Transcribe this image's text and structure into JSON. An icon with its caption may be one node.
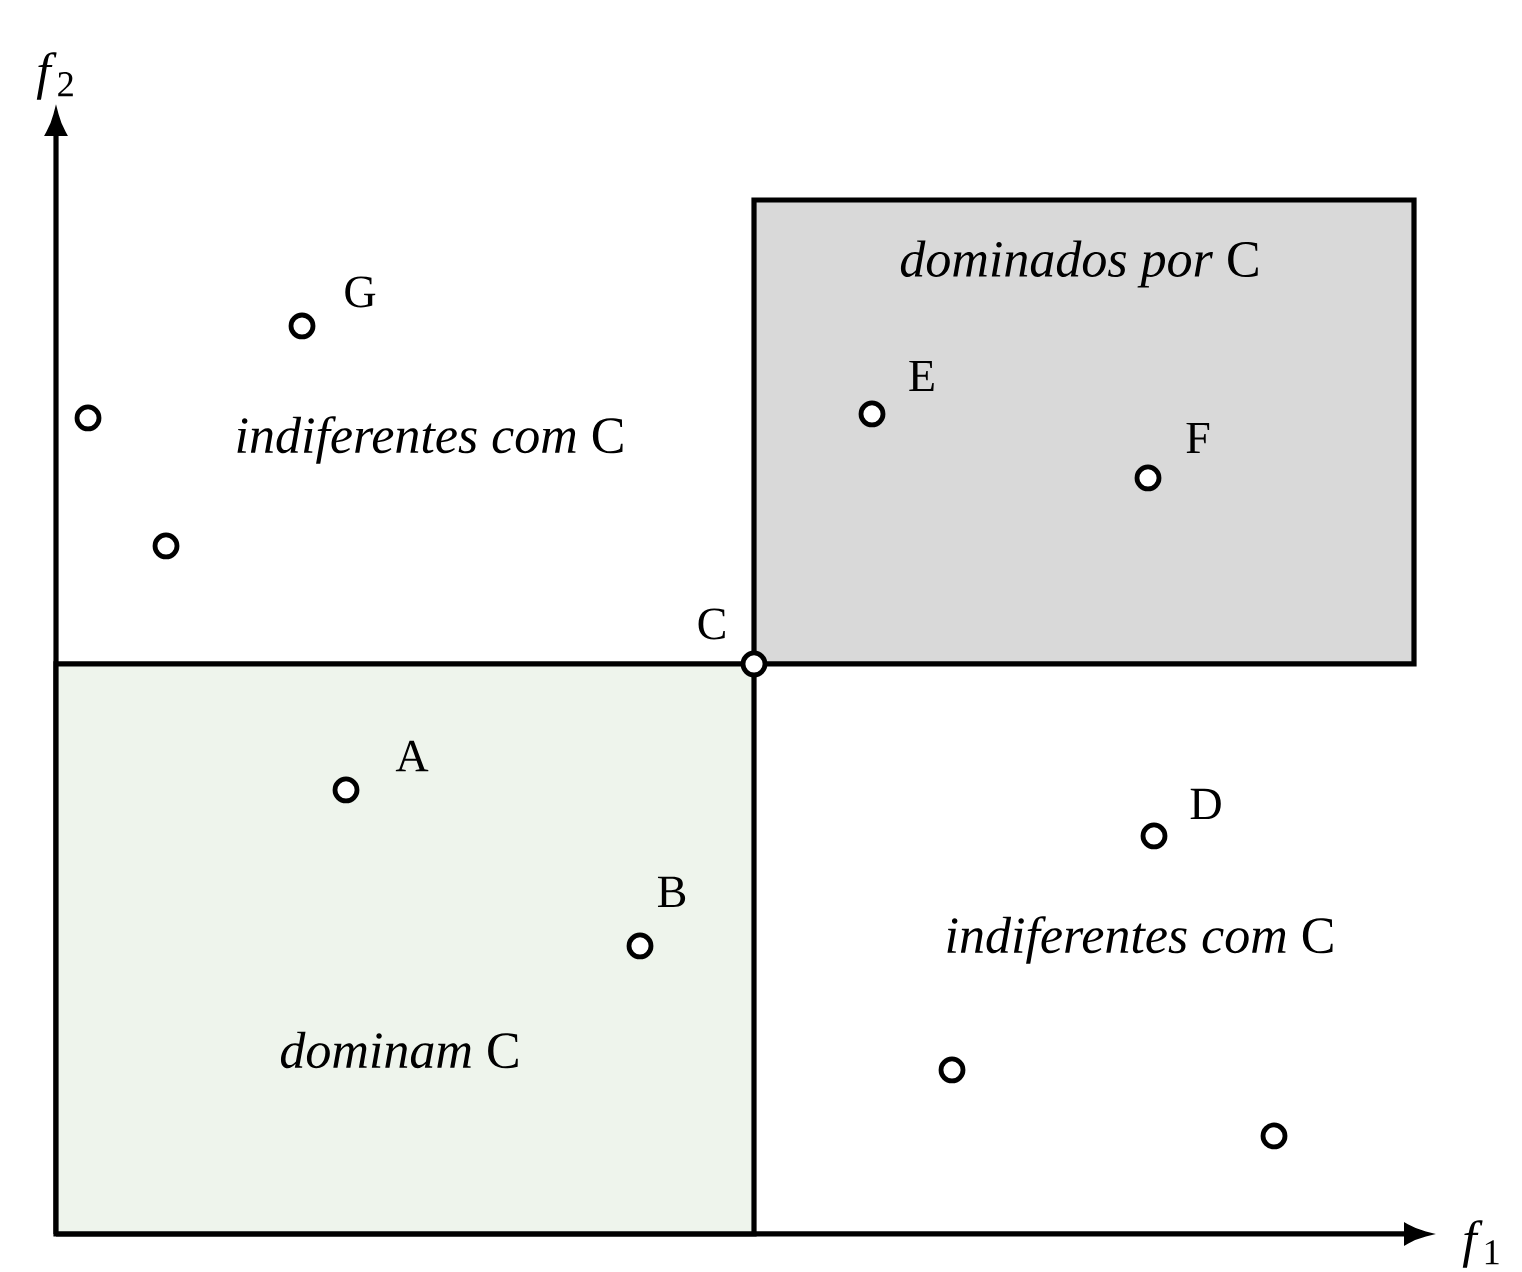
{
  "diagram": {
    "nodes": [
      {
        "text": [
          "*dominados por* C"
        ]
      },
      {
        "text": [],
        "shape": "circle",
        "beside": [
          "G"
        ]
      },
      {
        "text": [],
        "shape": "circle"
      },
      {
        "text": [],
        "shape": "circle",
        "beside": [
          "E"
        ],
        "in": 0
      },
      {
        "text": [],
        "shape": "circle",
        "beside": [
          "F"
        ],
        "in": 0
      },
      {
        "text": [],
        "shape": "circle"
      },
      {
        "text": [],
        "shape": "circle",
        "beside": [
          "C"
        ]
      },
      {
        "text": [
          "*dominam* C"
        ]
      },
      {
        "text": [],
        "shape": "circle",
        "beside": [
          "A"
        ],
        "in": 7
      },
      {
        "text": [],
        "shape": "circle",
        "beside": [
          "B"
        ],
        "in": 7
      },
      {
        "text": [],
        "shape": "circle",
        "beside": [
          "D"
        ]
      },
      {
        "text": [],
        "shape": "circle"
      },
      {
        "text": [],
        "shape": "circle"
      }
    ],
    "labels": [
      "*f*$_{2}$",
      "*indiferentes com* C",
      "*indiferentes com* C",
      "*f*$_{1}$"
    ]
  }
}
